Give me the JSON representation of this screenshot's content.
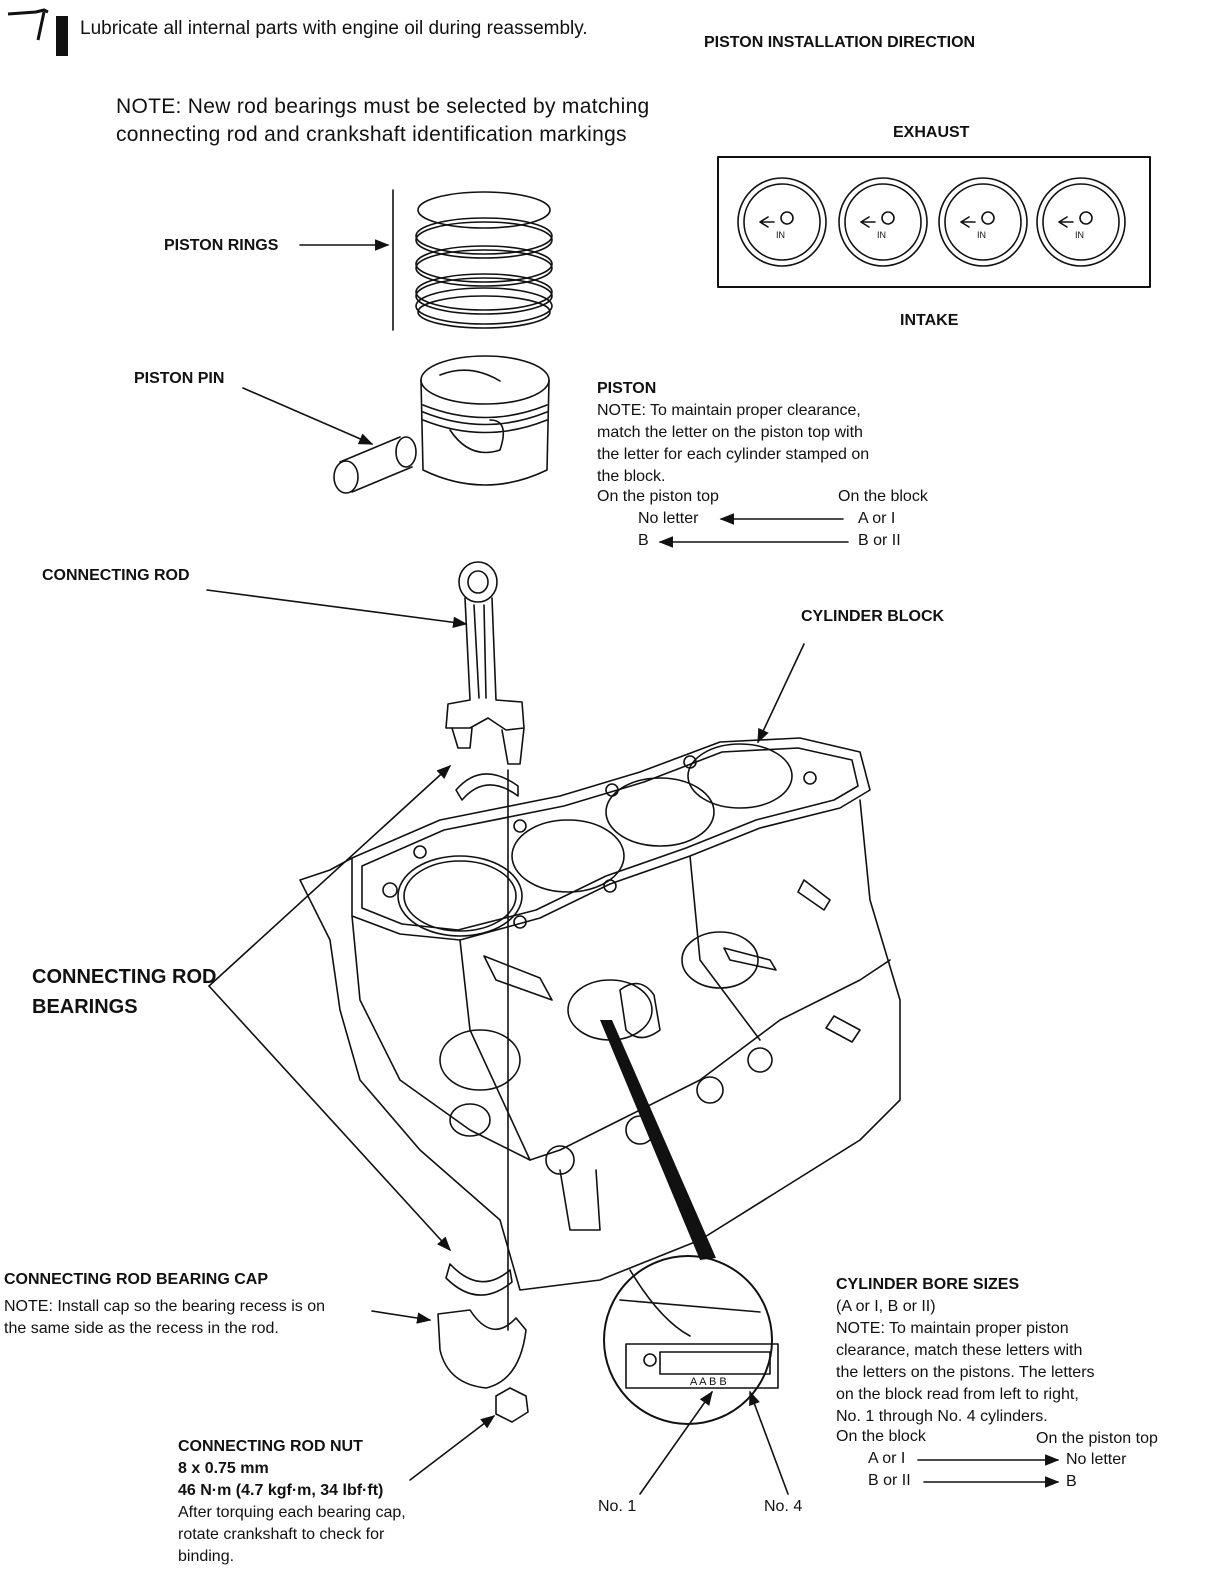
{
  "header": {
    "lubricate_note": "Lubricate all internal parts with engine oil during reassembly.",
    "piston_direction_title": "PISTON INSTALLATION DIRECTION"
  },
  "bearing_note": {
    "line1": "NOTE:  New rod bearings must be selected by matching",
    "line2": "connecting rod and crankshaft identification markings"
  },
  "direction_view": {
    "top_label": "EXHAUST",
    "bottom_label": "INTAKE",
    "piston_mark": "IN"
  },
  "labels": {
    "piston_rings": "PISTON RINGS",
    "piston_pin": "PISTON PIN",
    "connecting_rod": "CONNECTING ROD",
    "cylinder_block": "CYLINDER BLOCK",
    "rod_bearings_line1": "CONNECTING ROD",
    "rod_bearings_line2": "BEARINGS",
    "no1": "No. 1",
    "no4": "No. 4",
    "block_letters": "A  A  B  B"
  },
  "piston_note": {
    "title": "PISTON",
    "lines": [
      "NOTE:  To maintain proper clearance,",
      "match the letter on the piston top with",
      "the letter for each cylinder stamped on",
      "the block."
    ],
    "col_left": "On the piston top",
    "col_right": "On the block",
    "row1_left": "No letter",
    "row1_right": "A or I",
    "row2_left": "B",
    "row2_right": "B or II"
  },
  "bearing_cap": {
    "title": "CONNECTING ROD BEARING CAP",
    "line1": "NOTE:  Install cap so the bearing recess is on",
    "line2": "the same side as the recess in the rod."
  },
  "rod_nut": {
    "title": "CONNECTING ROD NUT",
    "size": "8 x 0.75 mm",
    "torque": "46 N·m (4.7 kgf·m, 34 lbf·ft)",
    "line1": "After torquing each bearing cap,",
    "line2": "rotate crankshaft to check for",
    "line3": "binding."
  },
  "bore_sizes": {
    "title": "CYLINDER BORE SIZES",
    "subtitle": "(A or I, B or II)",
    "lines": [
      "NOTE:  To maintain proper piston",
      "clearance, match these letters with",
      "the letters on the pistons. The letters",
      "on the block read from left to right,",
      "No. 1 through No. 4 cylinders."
    ],
    "col_left": "On the block",
    "col_right": "On the piston top",
    "row1_left": "A or I",
    "row1_right": "No letter",
    "row2_left": "B or II",
    "row2_right": "B"
  }
}
